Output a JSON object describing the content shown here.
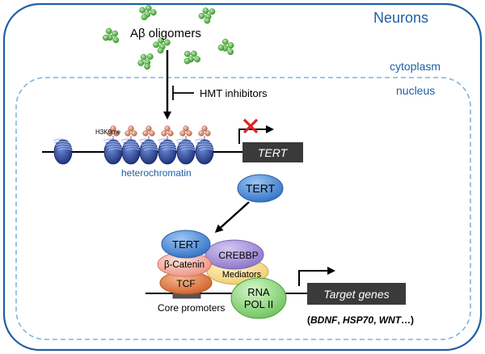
{
  "compartments": {
    "cell": "Neurons",
    "cytoplasm": "cytoplasm",
    "nucleus": "nucleus"
  },
  "stimulus": {
    "label": "Aβ oligomers",
    "inhibitor": "HMT inhibitors"
  },
  "chromatin": {
    "mark": "H3K9me",
    "state": "heterochromatin",
    "silenced_gene": "TERT"
  },
  "free_protein": "TERT",
  "complex": {
    "tert": "TERT",
    "crebbp": "CREBBP",
    "catenin": "β-Catenin",
    "mediators": "Mediators",
    "tcf": "TCF",
    "rna_pol_line1": "RNA",
    "rna_pol_line2": "POL II",
    "promoter_label": "Core promoters"
  },
  "target": {
    "label": "Target genes",
    "examples": [
      "BDNF",
      "HSP70",
      "WNT"
    ],
    "examples_prefix": "(",
    "examples_sep": ", ",
    "examples_suffix": "…)"
  },
  "colors": {
    "cell_border": "#1f5fa3",
    "nucleus_border": "#7fb3dc",
    "oligomer": "#5cc14a",
    "nucleosome": "#203a8f",
    "methyl": "#d9896d",
    "gene_box": "#3a3a3a",
    "tert": "#3f7fcf",
    "crebbp": "#9b85cf",
    "catenin": "#f2a89b",
    "mediators": "#f4d98a",
    "tcf": "#d9713a",
    "rna_pol": "#7fcf6a",
    "block_x": "#e02020",
    "label_blue": "#1f5fa3"
  }
}
